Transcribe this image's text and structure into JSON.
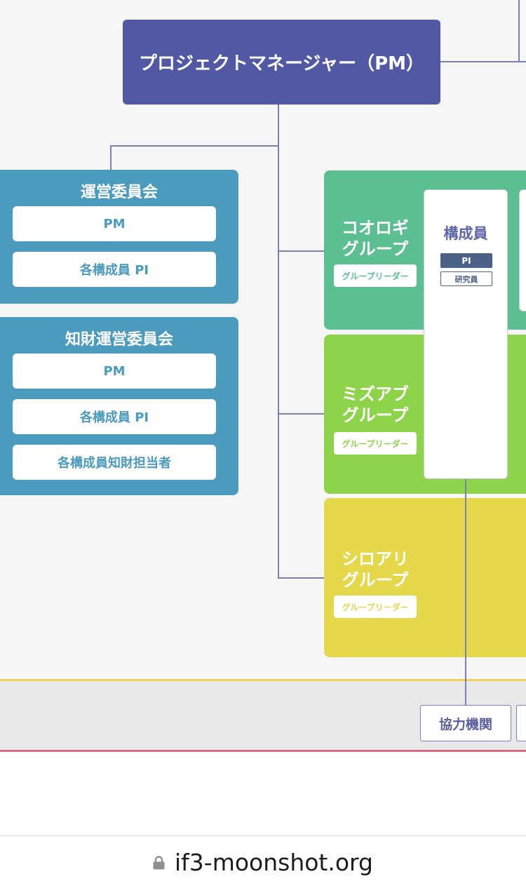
{
  "org": {
    "pm_label": "プロジェクトマネージャー（PM）",
    "committees": [
      {
        "title": "運営委員会",
        "items": [
          "PM",
          "各構成員 PI"
        ]
      },
      {
        "title": "知財運営委員会",
        "items": [
          "PM",
          "各構成員 PI",
          "各構成員知財担当者"
        ]
      }
    ],
    "groups": [
      {
        "name_line1": "コオロギ",
        "name_line2": "グループ",
        "leader": "グループリーダー",
        "color": "#5bbf92"
      },
      {
        "name_line1": "ミズアブ",
        "name_line2": "グループ",
        "leader": "グループリーダー",
        "color": "#8ed44a"
      },
      {
        "name_line1": "シロアリ",
        "name_line2": "グループ",
        "leader": "グループリーダー",
        "color": "#e6d84b"
      }
    ],
    "members": {
      "title": "構成員",
      "pi_tag": "PI",
      "researcher_tag": "研究員"
    },
    "partner": "協力機関"
  },
  "browser": {
    "url": "if3-moonshot.org",
    "icon": "lock-icon"
  }
}
